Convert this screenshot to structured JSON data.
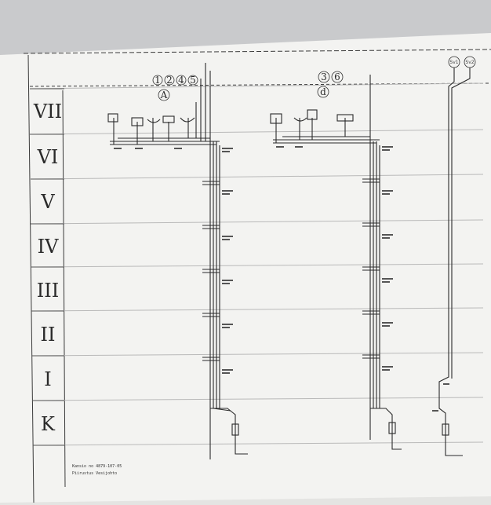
{
  "floors": [
    {
      "id": "VII",
      "label": "VII"
    },
    {
      "id": "VI",
      "label": "VI"
    },
    {
      "id": "V",
      "label": "V"
    },
    {
      "id": "IV",
      "label": "IV"
    },
    {
      "id": "III",
      "label": "III"
    },
    {
      "id": "II",
      "label": "II"
    },
    {
      "id": "I",
      "label": "I"
    },
    {
      "id": "K",
      "label": "K"
    }
  ],
  "riser_groups": {
    "left": {
      "numbers": [
        "1",
        "2",
        "4",
        "5"
      ],
      "letter": "A"
    },
    "middle": {
      "numbers": [
        "3",
        "6"
      ],
      "letter": "d"
    },
    "right": {
      "numbers": [
        "Sv1",
        "Sv2"
      ]
    }
  },
  "title_block": {
    "line1": "Kansio no  4879-107-05",
    "line2": "Piirustus  Vesijohto"
  },
  "colors": {
    "paper": "#f3f3f1",
    "line": "#2a2a2a",
    "grid": "#b9b9b9"
  }
}
